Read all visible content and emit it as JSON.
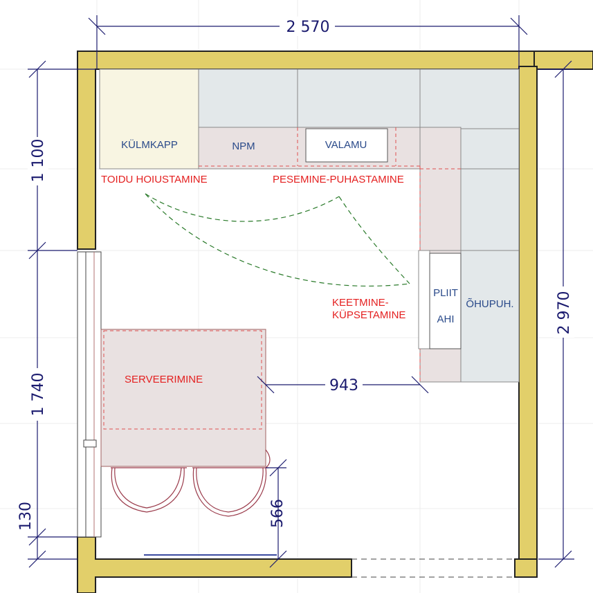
{
  "dimensions": {
    "top_width": "2 570",
    "left_upper": "1 100",
    "left_middle": "1 740",
    "left_lower": "130",
    "right_height": "2 970",
    "gap_island": "943",
    "gap_chairs": "566"
  },
  "fixtures": {
    "fridge": "KÜLMKAPP",
    "dishwasher": "NPM",
    "sink": "VALAMU",
    "hob": "PLIIT",
    "oven": "AHI",
    "hood": "ÕHUPUH."
  },
  "zones": {
    "storage": "TOIDU HOIUSTAMINE",
    "washing": "PESEMINE-PUHASTAMINE",
    "cooking_line1": "KEETMINE-",
    "cooking_line2": "KÜPSETAMINE",
    "serving": "SERVEERIMINE"
  },
  "colors": {
    "wall": "#e2cf6a",
    "dimension": "#1a1a6e",
    "zone_label": "#e41f1f",
    "fixture_label": "#2a4a8a",
    "work_triangle": "#2a7a2a"
  }
}
